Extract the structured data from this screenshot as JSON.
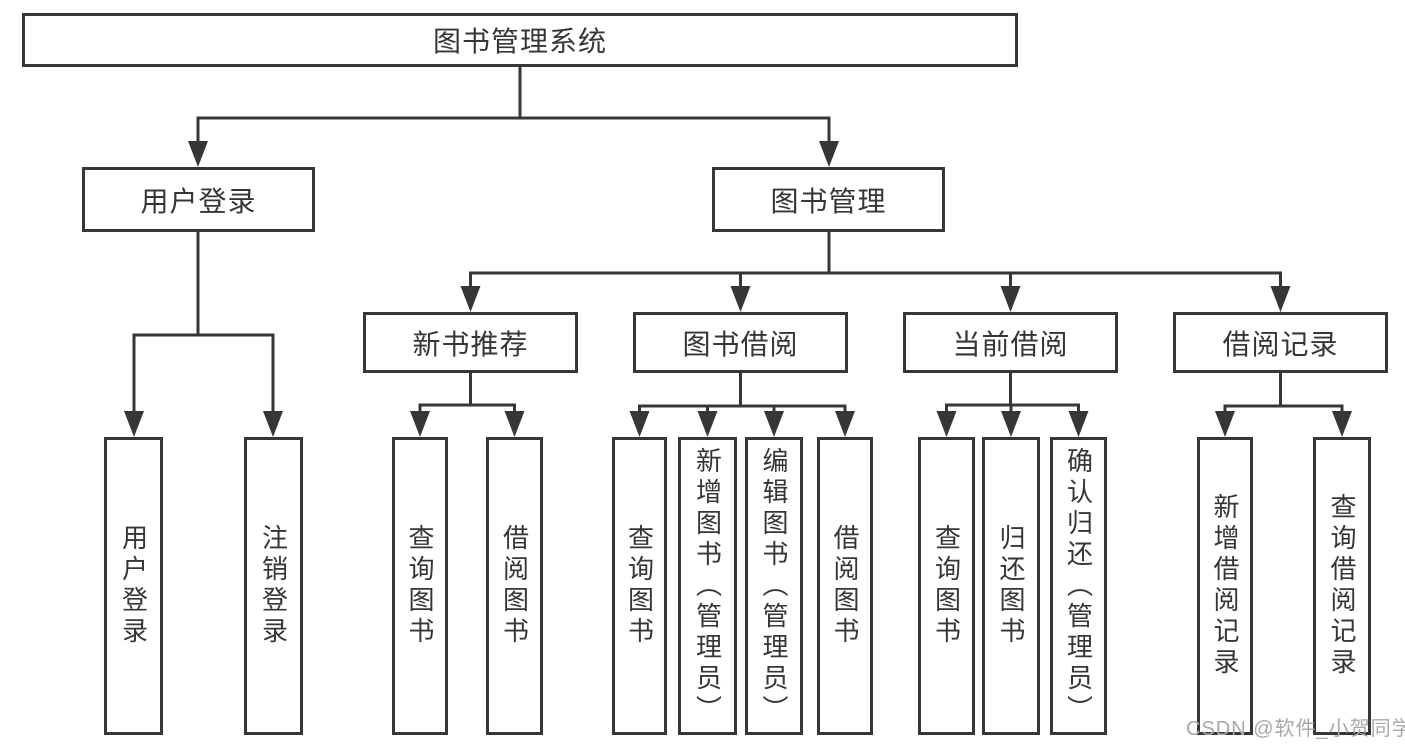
{
  "tree": {
    "root": "图书管理系统",
    "branches": [
      {
        "label": "用户登录",
        "children": [
          "用户登录",
          "注销登录"
        ]
      },
      {
        "label": "图书管理",
        "groups": [
          {
            "label": "新书推荐",
            "children": [
              "查询图书",
              "借阅图书"
            ]
          },
          {
            "label": "图书借阅",
            "children": [
              "查询图书",
              "新增图书（管理员）",
              "编辑图书（管理员）",
              "借阅图书"
            ]
          },
          {
            "label": "当前借阅",
            "children": [
              "查询图书",
              "归还图书",
              "确认归还（管理员）"
            ]
          },
          {
            "label": "借阅记录",
            "children": [
              "新增借阅记录",
              "查询借阅记录"
            ]
          }
        ]
      }
    ]
  },
  "watermark": {
    "text": "CSDN @软件_小贺同学"
  },
  "colors": {
    "line": "#363636",
    "text": "#363636",
    "background": "#ffffff",
    "watermark": "#a9a9a9"
  }
}
